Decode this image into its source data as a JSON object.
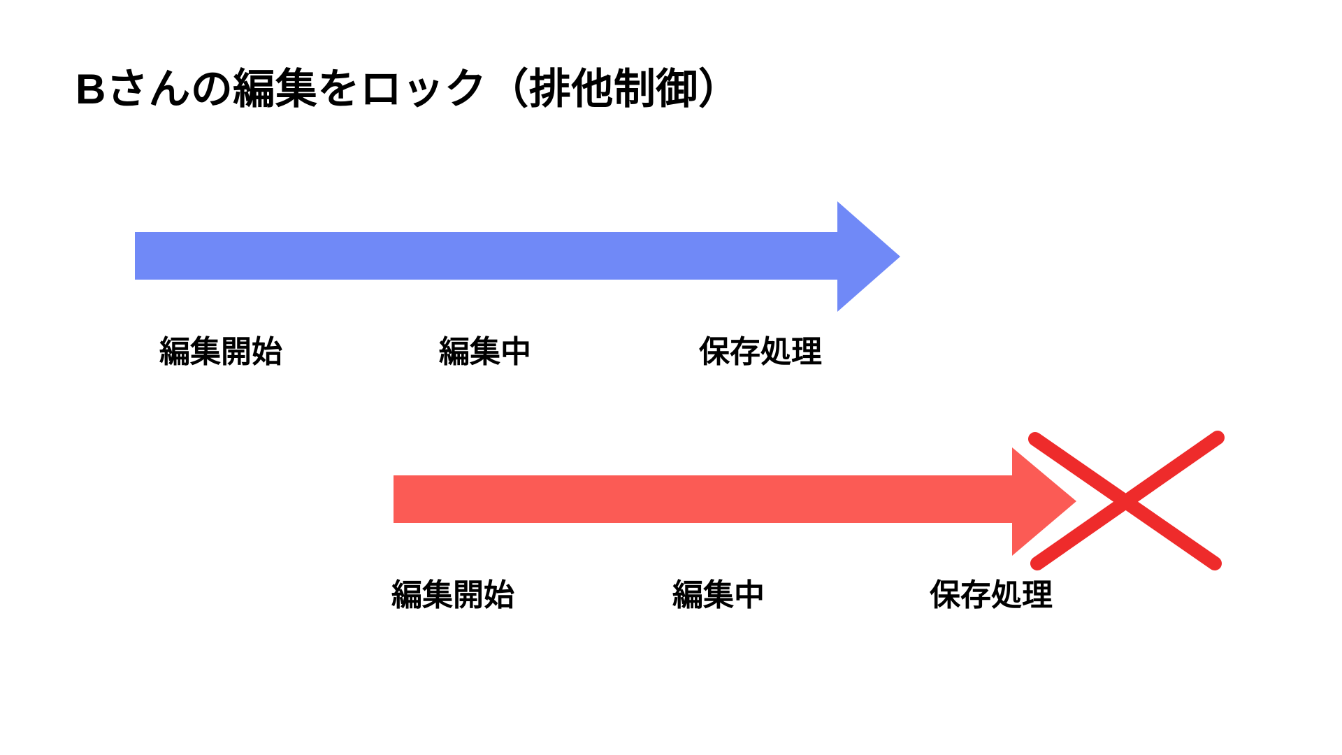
{
  "slide": {
    "title": "Bさんの編集をロック（排他制御）",
    "background_color": "#ffffff"
  },
  "colors": {
    "blue_arrow": "#7089f7",
    "red_arrow": "#fb5b55",
    "x_mark": "#ee2b2b",
    "text": "#000000",
    "background": "#ffffff"
  },
  "flows": [
    {
      "id": "allowed",
      "arrow_color": "#7089f7",
      "blocked": false,
      "arrow_name": "blue-flow-arrow",
      "stages": [
        {
          "label": "編集開始"
        },
        {
          "label": "編集中"
        },
        {
          "label": "保存処理"
        }
      ]
    },
    {
      "id": "blocked",
      "arrow_color": "#fb5b55",
      "blocked": true,
      "arrow_name": "red-flow-arrow",
      "x_mark_name": "x-mark-icon",
      "stages": [
        {
          "label": "編集開始"
        },
        {
          "label": "編集中"
        },
        {
          "label": "保存処理"
        }
      ]
    }
  ]
}
